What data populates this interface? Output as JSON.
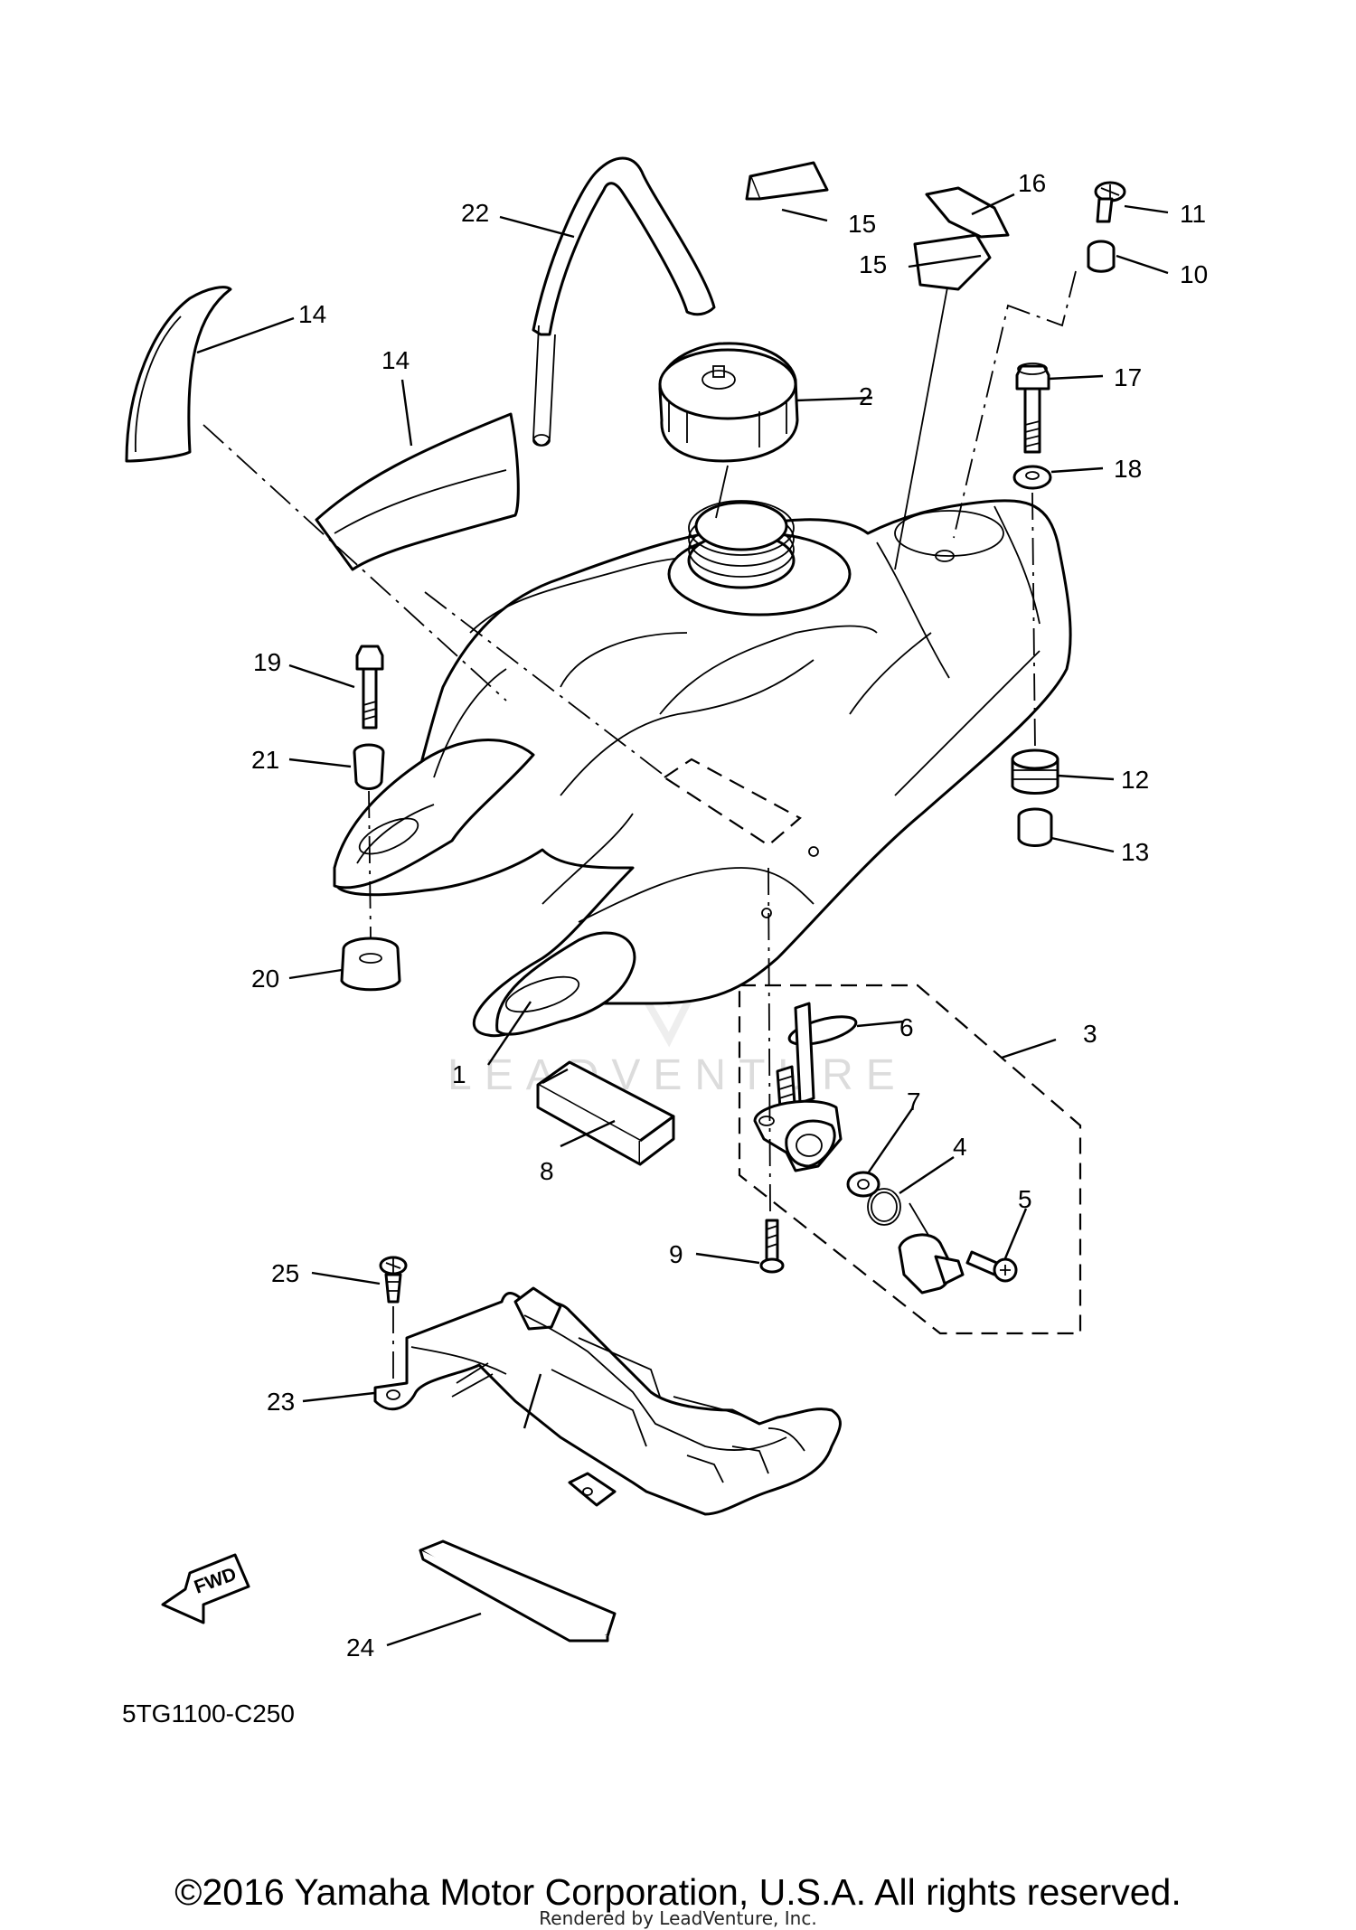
{
  "diagram_code": "5TG1100-C250",
  "fwd_label": "FWD",
  "watermark": "LEADVENTURE",
  "copyright": "©2016 Yamaha Motor Corporation, U.S.A. All rights reserved.",
  "rendered_by": "Rendered by LeadVenture, Inc.",
  "callouts": [
    "1",
    "2",
    "3",
    "4",
    "5",
    "6",
    "7",
    "8",
    "9",
    "10",
    "11",
    "12",
    "13",
    "14",
    "14",
    "15",
    "15",
    "16",
    "17",
    "18",
    "19",
    "20",
    "21",
    "22",
    "23",
    "24",
    "25"
  ]
}
